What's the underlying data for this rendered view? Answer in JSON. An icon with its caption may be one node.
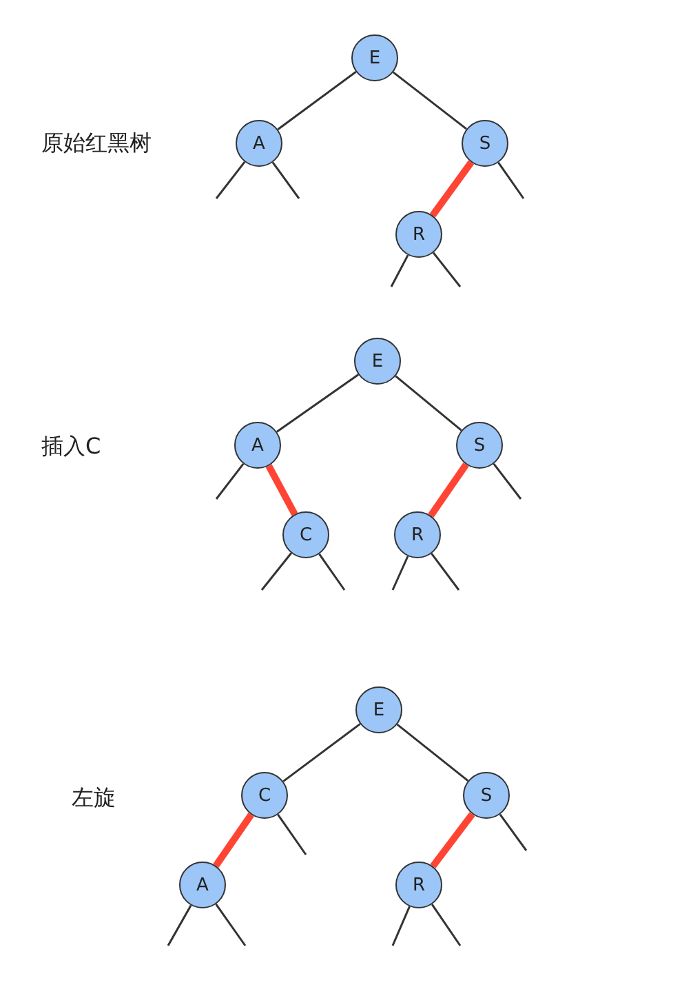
{
  "diagram": {
    "nodes": [
      {
        "text": [
          "E"
        ]
      },
      {
        "text": [
          "A"
        ]
      },
      {
        "text": [
          "S"
        ]
      },
      {
        "text": [
          "R"
        ]
      },
      {
        "text": [
          "E"
        ]
      },
      {
        "text": [
          "A"
        ]
      },
      {
        "text": [
          "S"
        ]
      },
      {
        "text": [
          "C"
        ]
      },
      {
        "text": [
          "R"
        ]
      },
      {
        "text": [
          "E"
        ]
      },
      {
        "text": [
          "C"
        ]
      },
      {
        "text": [
          "S"
        ]
      },
      {
        "text": [
          "A"
        ]
      },
      {
        "text": [
          "R"
        ]
      }
    ],
    "edges": [
      {
        "from": 0,
        "to": 1,
        "arrow": "none"
      },
      {
        "from": 0,
        "to": 2,
        "arrow": "none"
      },
      {
        "from": 2,
        "to": 3,
        "arrow": "none",
        "style": "thick",
        "color": "#ff4433"
      },
      {
        "from": 1,
        "to": null,
        "arrow": "none"
      },
      {
        "from": 1,
        "to": null,
        "arrow": "none"
      },
      {
        "from": 2,
        "to": null,
        "arrow": "none"
      },
      {
        "from": 3,
        "to": null,
        "arrow": "none"
      },
      {
        "from": 3,
        "to": null,
        "arrow": "none"
      },
      {
        "from": 4,
        "to": 5,
        "arrow": "none"
      },
      {
        "from": 4,
        "to": 6,
        "arrow": "none"
      },
      {
        "from": 5,
        "to": 7,
        "arrow": "none",
        "style": "thick",
        "color": "#ff4433"
      },
      {
        "from": 6,
        "to": 8,
        "arrow": "none",
        "style": "thick",
        "color": "#ff4433"
      },
      {
        "from": 5,
        "to": null,
        "arrow": "none"
      },
      {
        "from": 6,
        "to": null,
        "arrow": "none"
      },
      {
        "from": 7,
        "to": null,
        "arrow": "none"
      },
      {
        "from": 7,
        "to": null,
        "arrow": "none"
      },
      {
        "from": 8,
        "to": null,
        "arrow": "none"
      },
      {
        "from": 8,
        "to": null,
        "arrow": "none"
      },
      {
        "from": 9,
        "to": 10,
        "arrow": "none"
      },
      {
        "from": 9,
        "to": 11,
        "arrow": "none"
      },
      {
        "from": 10,
        "to": 12,
        "arrow": "none",
        "style": "thick",
        "color": "#ff4433"
      },
      {
        "from": 11,
        "to": 13,
        "arrow": "none",
        "style": "thick",
        "color": "#ff4433"
      },
      {
        "from": 10,
        "to": null,
        "arrow": "none"
      },
      {
        "from": 11,
        "to": null,
        "arrow": "none"
      },
      {
        "from": 12,
        "to": null,
        "arrow": "none"
      },
      {
        "from": 12,
        "to": null,
        "arrow": "none"
      },
      {
        "from": 13,
        "to": null,
        "arrow": "none"
      },
      {
        "from": 13,
        "to": null,
        "arrow": "none"
      }
    ],
    "labels": [
      "原始红黑树",
      "插入C",
      "左旋"
    ]
  }
}
